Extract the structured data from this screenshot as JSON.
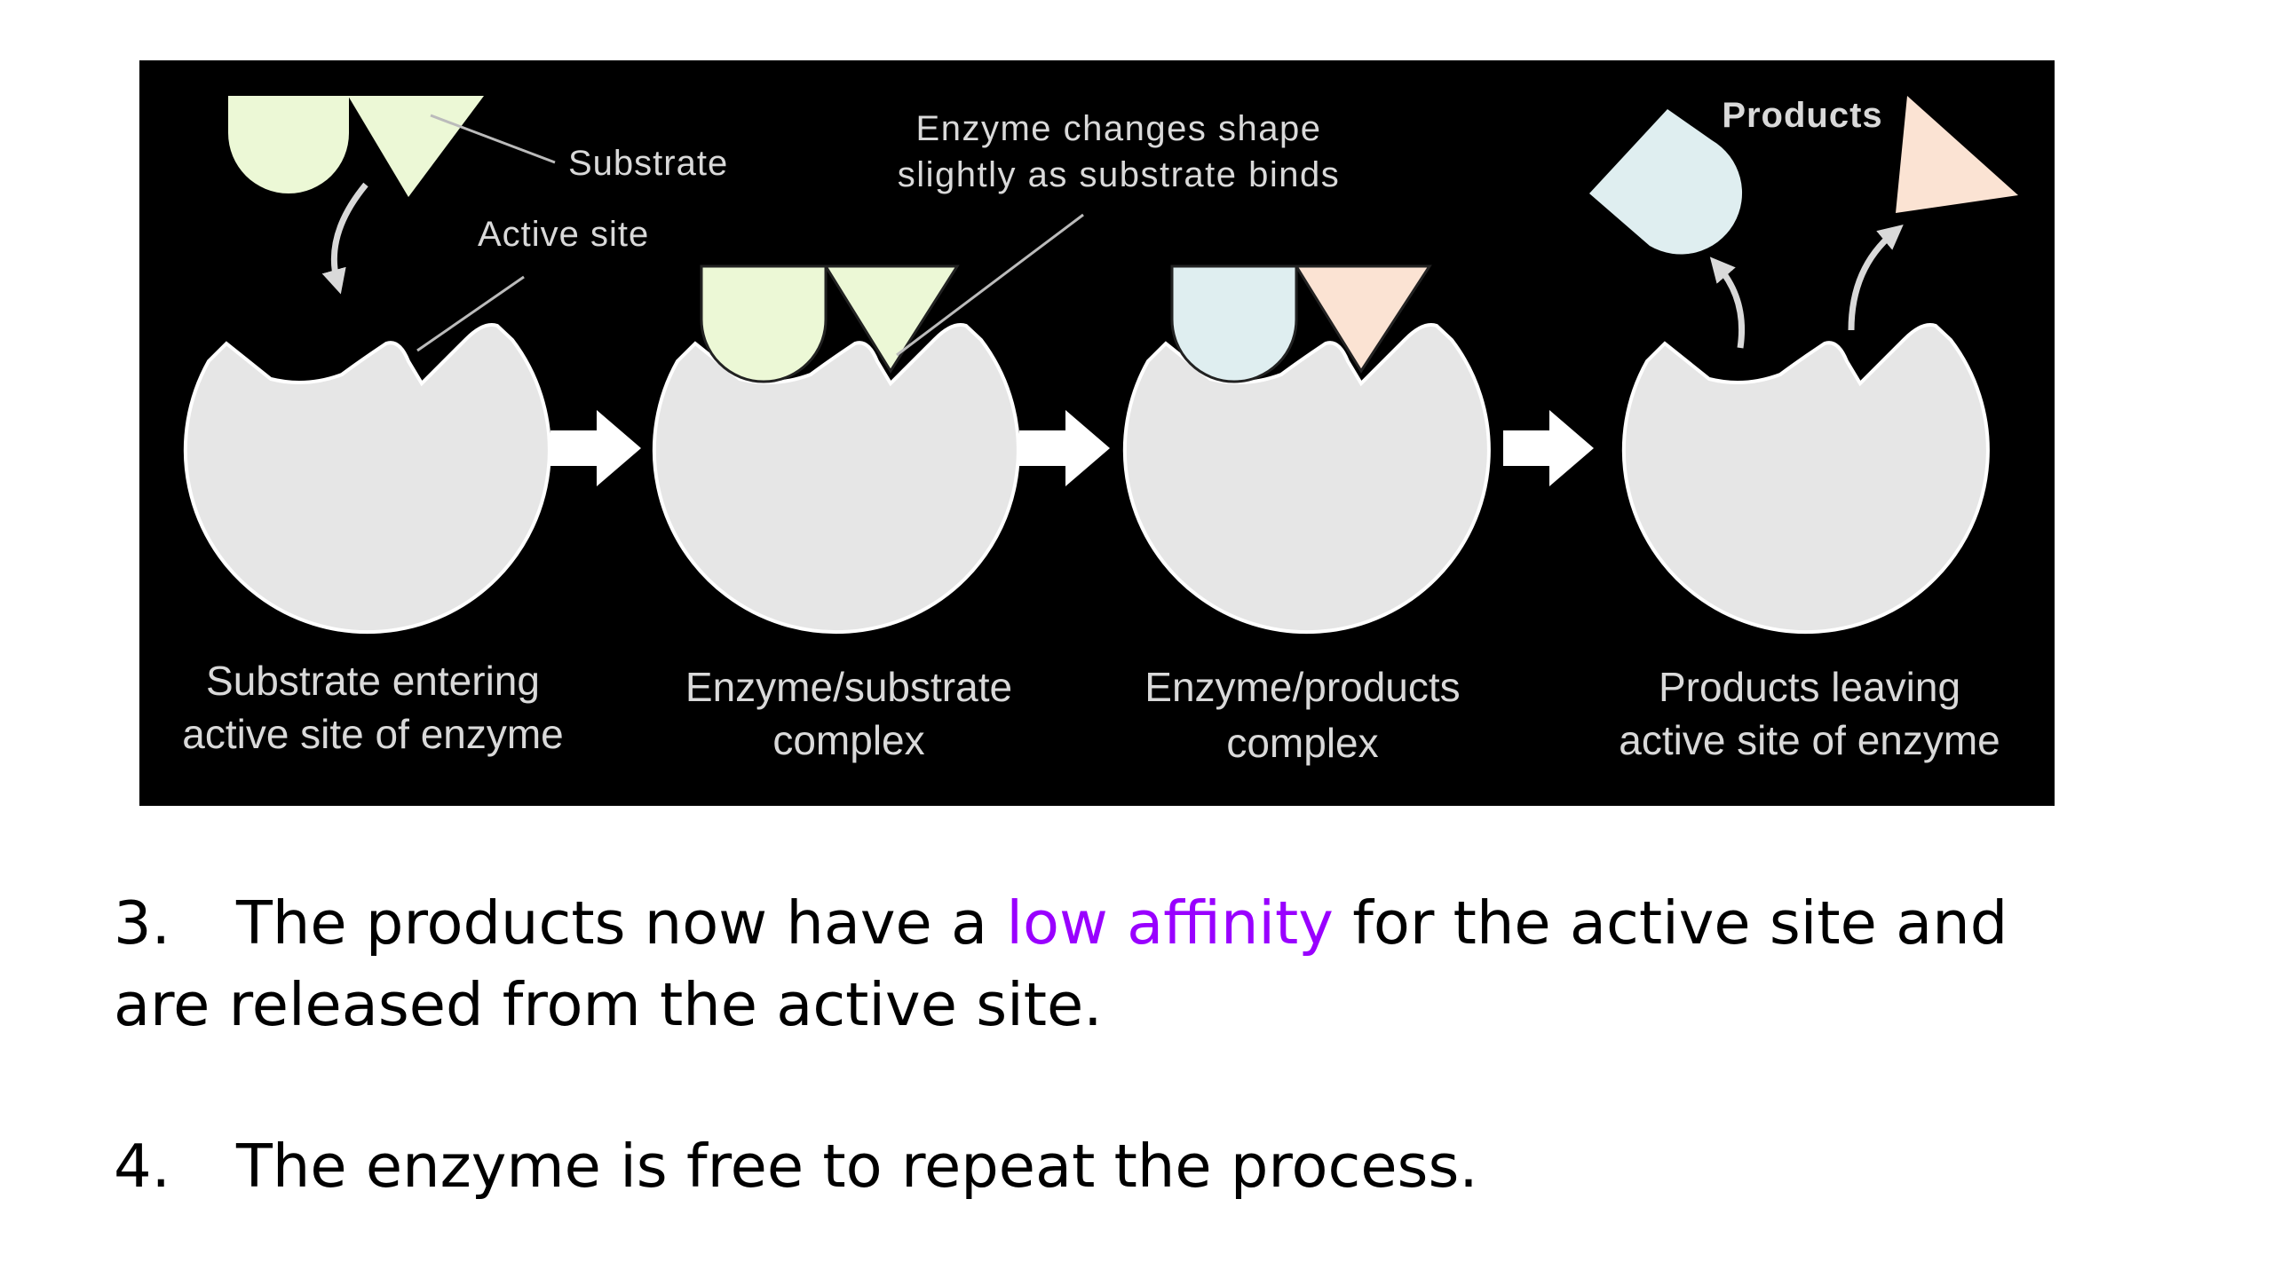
{
  "diagram": {
    "labels": {
      "substrate": "Substrate",
      "active_site": "Active site",
      "shape_change_line1": "Enzyme changes shape",
      "shape_change_line2": "slightly as substrate binds",
      "products": "Products"
    },
    "stages": [
      {
        "line1": "Substrate entering",
        "line2": "active site of enzyme"
      },
      {
        "line1": "Enzyme/substrate",
        "line2": "complex"
      },
      {
        "line1": "Enzyme/products",
        "line2": "complex"
      },
      {
        "line1": "Products leaving",
        "line2": "active site of enzyme"
      }
    ],
    "colors": {
      "background": "#000000",
      "enzyme": "#e6e6e6",
      "substrate": "#ecf8d6",
      "product_round": "#dfeef0",
      "product_triangle": "#fbe3d3",
      "text": "#d9d9d9"
    }
  },
  "steps": [
    {
      "number": "3.",
      "text_before": "The products now have a ",
      "highlight": "low affinity",
      "text_after": " for the active site and",
      "continuation": "are released from the active site."
    },
    {
      "number": "4.",
      "text": "The enzyme is free to repeat the process."
    }
  ]
}
